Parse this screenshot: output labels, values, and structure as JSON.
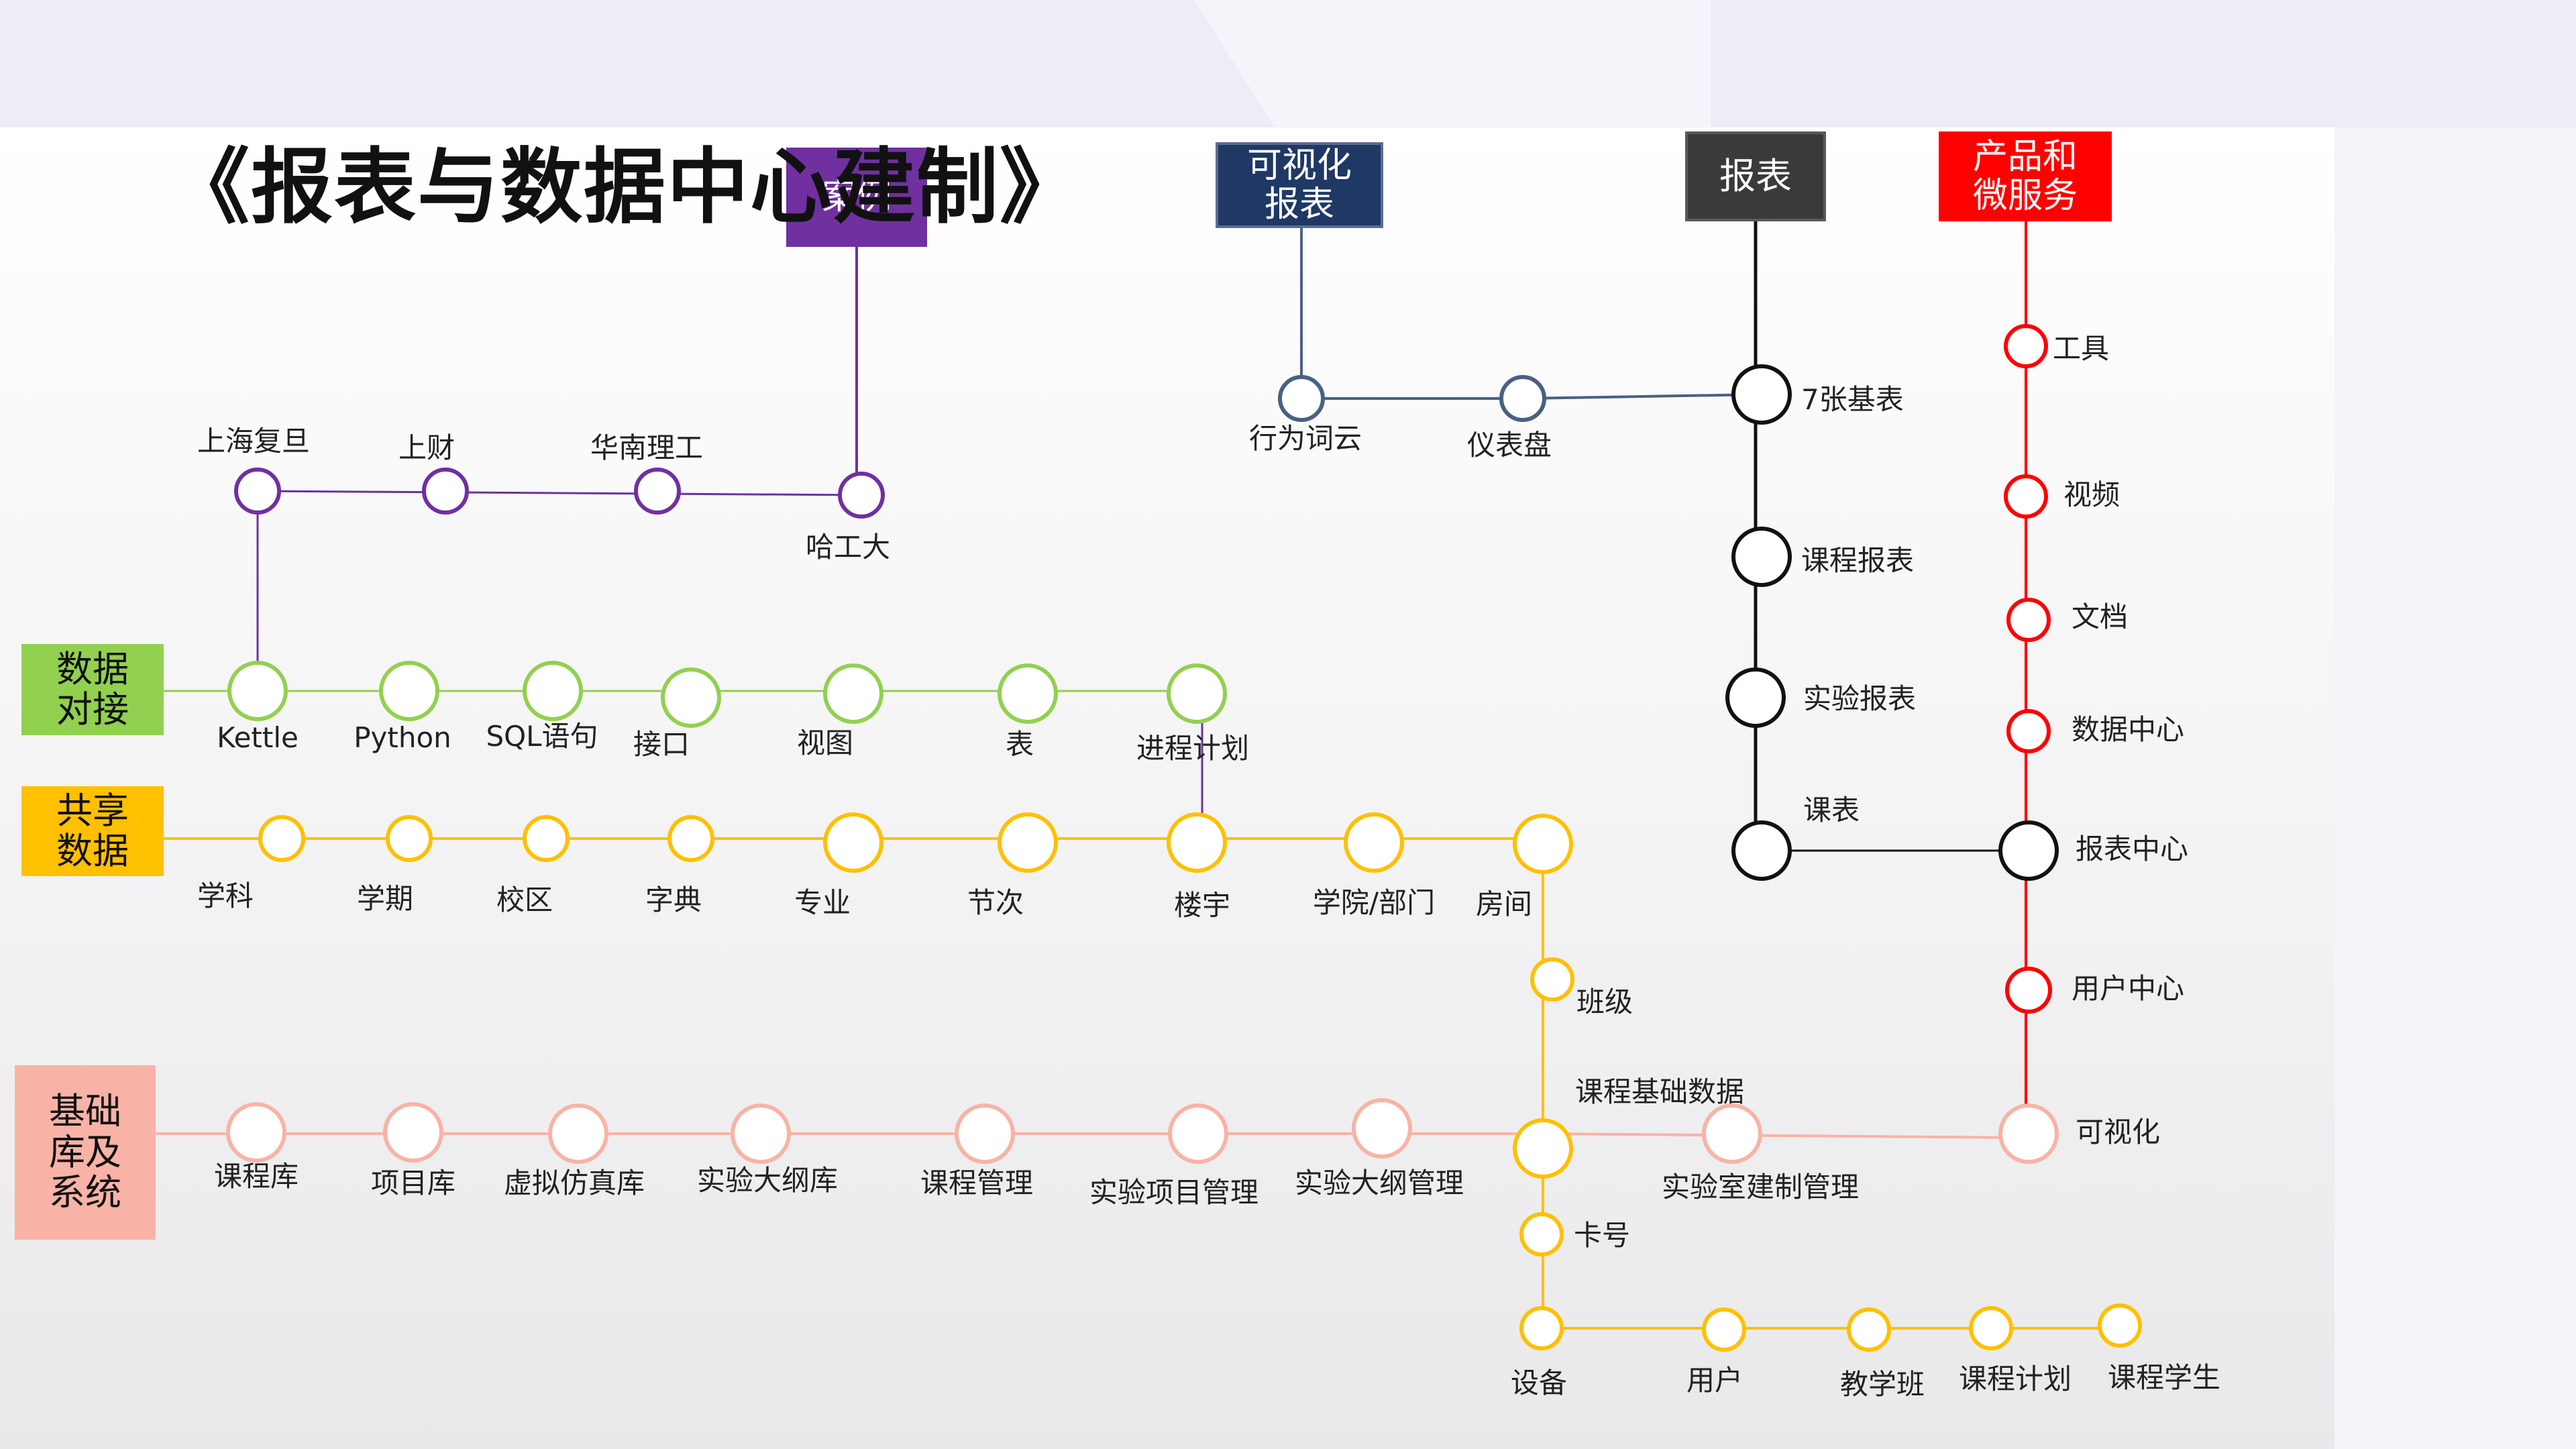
{
  "title": "《报表与数据中心建制》",
  "colors": {
    "purple": "#7030a0",
    "green": "#92d050",
    "yellow": "#ffc000",
    "salmon": "#f8b3a6",
    "navy": "#1f3864",
    "slate": "#4a6082",
    "dark": "#3a3a3a",
    "black": "#111111",
    "red": "#ff0000"
  },
  "headers": {
    "case": "案例",
    "visual_report": "可视化\n报表",
    "report": "报表",
    "product": "产品和\n微服务",
    "data_dock": "数据\n对接",
    "shared_data": "共享\n数据",
    "base_system": "基础\n库及\n系统"
  },
  "nodes": {
    "shanghai_fudan": "上海复旦",
    "shangcai": "上财",
    "huanan_ligong": "华南理工",
    "hagongda": "哈工大",
    "xingwei_ciyun": "行为词云",
    "yibiaopan": "仪表盘",
    "jibiao7": "7张基表",
    "kecheng_baobiao": "课程报表",
    "shiyan_baobiao": "实验报表",
    "kebiao": "课表",
    "gongju": "工具",
    "shipin": "视频",
    "wendang": "文档",
    "shuju_zhongxin": "数据中心",
    "baobiao_zhongxin": "报表中心",
    "yonghu_zhongxin": "用户中心",
    "keshihua": "可视化",
    "kettle": "Kettle",
    "python": "Python",
    "sql": "SQL语句",
    "jiekou": "接口",
    "shitu": "视图",
    "biao": "表",
    "jincheng_jihua": "进程计划",
    "xueke": "学科",
    "xueqi": "学期",
    "xiaoqu": "校区",
    "zidian": "字典",
    "zhuanye": "专业",
    "jieci": "节次",
    "louyu": "楼宇",
    "xueyuan_bumen": "学院/部门",
    "fangjian": "房间",
    "banji": "班级",
    "kecheng_jichu": "课程基础数据",
    "kahao": "卡号",
    "shebei": "设备",
    "yonghu": "用户",
    "jiaoxueban": "教学班",
    "kecheng_jihua": "课程计划",
    "kecheng_xuesheng": "课程学生",
    "kechengku": "课程库",
    "xiangmuku": "项目库",
    "xuni_fangzhen": "虚拟仿真库",
    "shiyan_dagangku": "实验大纲库",
    "kecheng_guanli": "课程管理",
    "shiyan_xiangmu_guanli": "实验项目管理",
    "shiyan_dagang_guanli": "实验大纲管理",
    "shiyanshi_jianzhi": "实验室建制管理"
  }
}
